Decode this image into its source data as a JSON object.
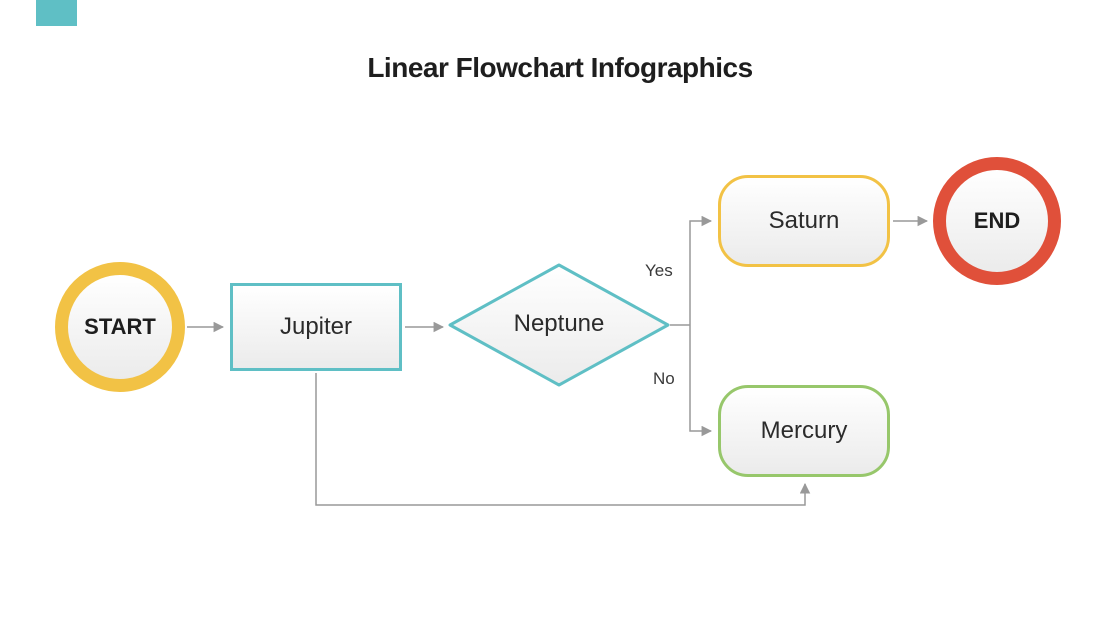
{
  "title": "Linear Flowchart Infographics",
  "colors": {
    "yellow": "#f2c245",
    "teal": "#5fbfc5",
    "green": "#97c76b",
    "red": "#e0503a",
    "connector_gray": "#999999",
    "text_dark": "#1e1e1e"
  },
  "nodes": {
    "start": {
      "label": "START",
      "shape": "circle"
    },
    "jupiter": {
      "label": "Jupiter",
      "shape": "rectangle"
    },
    "neptune": {
      "label": "Neptune",
      "shape": "diamond"
    },
    "saturn": {
      "label": "Saturn",
      "shape": "rounded-rectangle"
    },
    "mercury": {
      "label": "Mercury",
      "shape": "rounded-rectangle"
    },
    "end": {
      "label": "END",
      "shape": "circle"
    }
  },
  "edges": {
    "yes_label": "Yes",
    "no_label": "No"
  }
}
